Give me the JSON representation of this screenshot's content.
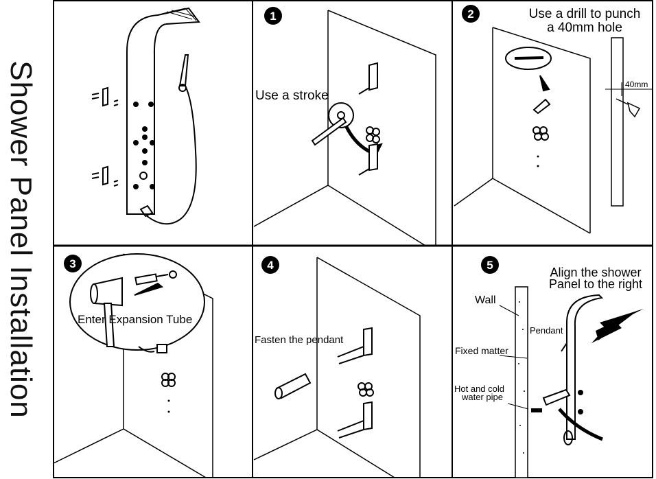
{
  "side_title": "Shower Panel Installation",
  "steps": [
    {
      "number": "1",
      "label": "Use a stroke"
    },
    {
      "number": "2",
      "label_line1": "Use a drill to punch",
      "label_line2": "a 40mm hole",
      "dimension": "40mm"
    },
    {
      "number": "3",
      "label": "Enter Expansion Tube"
    },
    {
      "number": "4",
      "label": "Fasten the pendant"
    },
    {
      "number": "5",
      "label_line1": "Align the shower",
      "label_line2": "Panel to the right",
      "wall": "Wall",
      "pendant": "Pendant",
      "fixed_matter": "Fixed matter",
      "pipe_line1": "Hot and cold",
      "pipe_line2": "water pipe"
    }
  ]
}
